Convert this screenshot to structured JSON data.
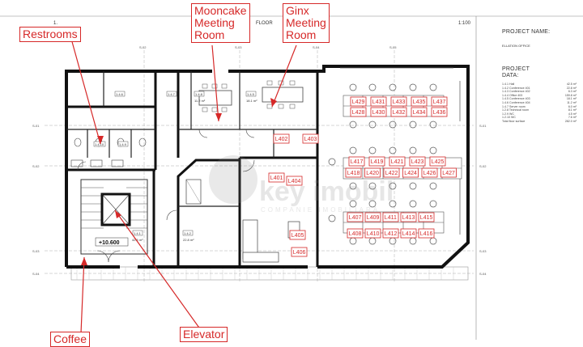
{
  "header": {
    "floor_number": "1.",
    "floor_suffix": "FLOOR",
    "scale": "1:100"
  },
  "panel": {
    "project_name_heading": "PROJECT NAME:",
    "project_name": "ELLATION OFFICE",
    "project_data_heading_1": "PROJECT",
    "project_data_heading_2": "DATA:",
    "rows": [
      {
        "label": "1.4.1 Hall",
        "value": "42.5 m²"
      },
      {
        "label": "1.4.2 Conference 401",
        "value": "22.8 m²"
      },
      {
        "label": "1.4.3 Conference 402",
        "value": "6.3 m²"
      },
      {
        "label": "1.4.4 Office 403",
        "value": "159.8 m²"
      },
      {
        "label": "1.4.5 Conference 403",
        "value": "18.1 m²"
      },
      {
        "label": "1.4.6 Conference 404",
        "value": "11.2 m²"
      },
      {
        "label": "1.4.7 Server room",
        "value": "6.0 m²"
      },
      {
        "label": "1.2.8 Technical room",
        "value": "8.1 m²"
      },
      {
        "label": "1.2.9 WC",
        "value": "4.5 m²"
      },
      {
        "label": "1.2.10 WC",
        "value": "7.6 m²"
      },
      {
        "label": "Total floor surface",
        "value": "282.0 m²"
      }
    ]
  },
  "callouts": {
    "restrooms": "Restrooms",
    "mooncake_1": "Mooncake",
    "mooncake_2": "Meeting",
    "mooncake_3": "Room",
    "ginx_1": "Ginx",
    "ginx_2": "Meeting",
    "ginx_3": "Room",
    "coffee": "Coffee",
    "elevator": "Elevator"
  },
  "rooms": {
    "r146": "1.4.6",
    "r147": "1.4.7",
    "r148": "1.4.8",
    "r1410": "1.4.10",
    "r149": "1.4.9",
    "r145": "1.4.5",
    "r142": "1.4.2",
    "r141": "1.4.1",
    "a148": "11.2 m²",
    "a145": "18.1 m²",
    "a142": "22.8 m²",
    "a141": "42.5 m²",
    "elevation": "+10.600"
  },
  "watermark": {
    "main": "key imobil",
    "sub": "COMPANIE IMOBILIARĂ"
  },
  "desks": {
    "top_row1": [
      "L429",
      "L431",
      "L433",
      "L435",
      "L437"
    ],
    "top_row2": [
      "L428",
      "L430",
      "L432",
      "L434",
      "L436"
    ],
    "mid_row1": [
      "L417",
      "L419",
      "L421",
      "L423",
      "L425"
    ],
    "mid_row2": [
      "L418",
      "L420",
      "L422",
      "L424",
      "L426",
      "L427"
    ],
    "bot_row1": [
      "L407",
      "L409",
      "L411",
      "L413",
      "L415"
    ],
    "bot_row2": [
      "L408",
      "L410",
      "L412",
      "L414",
      "L416"
    ],
    "single": [
      "L402",
      "L403",
      "L401",
      "L404",
      "L405",
      "L406"
    ]
  },
  "grid_marks": {
    "left": [
      "S-01",
      "S-02",
      "S-03",
      "S-04"
    ],
    "top": [
      "S-02",
      "S-03",
      "S-04",
      "S-05"
    ],
    "right": [
      "S-01",
      "S-02",
      "S-03",
      "S-04"
    ]
  },
  "colors": {
    "wall": "#111111",
    "accent": "#d62828"
  }
}
